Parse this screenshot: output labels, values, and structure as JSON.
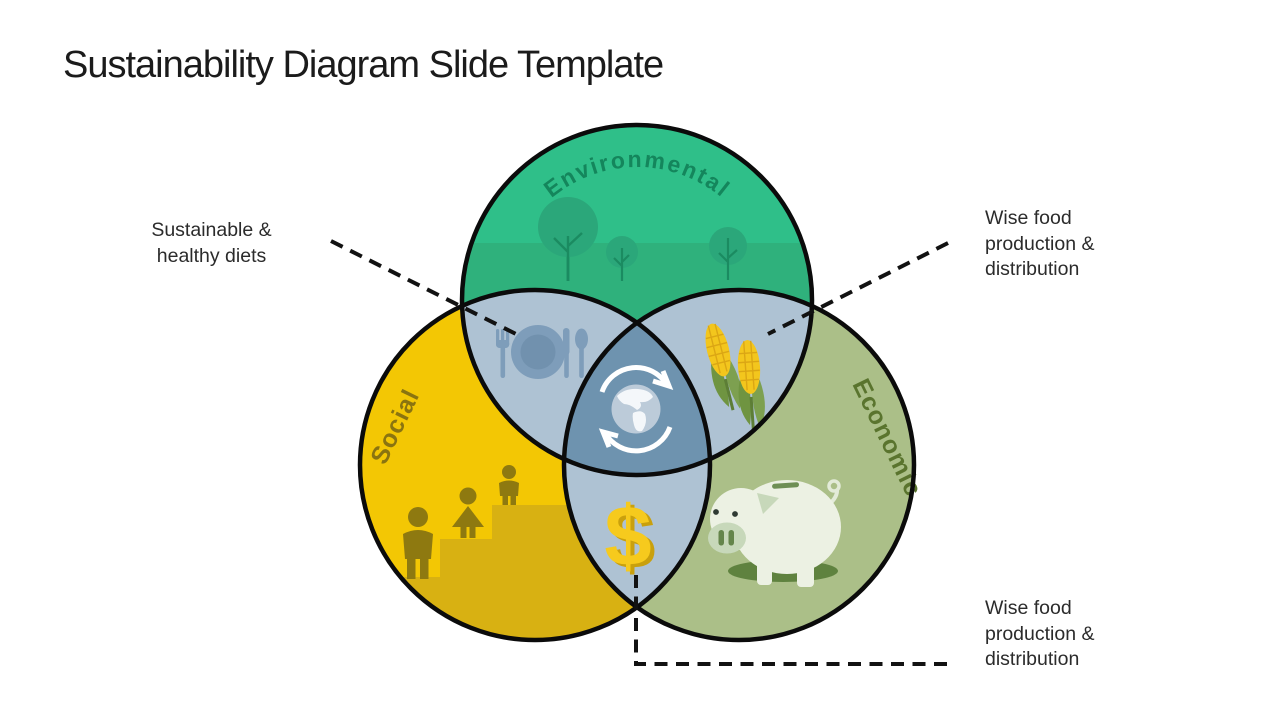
{
  "slide": {
    "title": "Sustainability Diagram Slide Template",
    "background": "#ffffff"
  },
  "colors": {
    "environmental": "#2FBF89",
    "environmental_ground": "#2FB17C",
    "environmental_label": "#14865C",
    "tree": "#2BA77A",
    "social": "#F3C704",
    "social_steps": "#D8B112",
    "social_figures": "#8E7910",
    "social_label": "#8A7410",
    "economic": "#ABBF88",
    "economic_label": "#5A742E",
    "lens": "#AEC2D3",
    "lens_icon": "#7E9DBA",
    "center": "#6E93AF",
    "corn_yellow": "#F3C61D",
    "corn_husk": "#6F9441",
    "dollar_yellow": "#F6CA1D",
    "pig_body": "#ECF1E3",
    "pig_snout": "#C7D8BA",
    "pig_shadow": "#5F823F",
    "outline": "#0B0B0B",
    "callout_text": "#2B2B2B"
  },
  "diagram": {
    "labels": {
      "environmental": "Environmental",
      "social": "Social",
      "economic": "Economic"
    },
    "icons": {
      "environmental": "trees-icon",
      "social": "people-on-steps-icon",
      "economic": "piggy-bank-icon",
      "environmental_social": "plate-cutlery-icon",
      "environmental_economic": "corn-icon",
      "social_economic": "dollar-icon",
      "center": "globe-recycle-icon"
    },
    "dollar_symbol": "$"
  },
  "callouts": {
    "left": {
      "lines": [
        "Sustainable &",
        "healthy diets"
      ]
    },
    "right_top": {
      "lines": [
        "Wise food",
        "production &",
        "distribution"
      ]
    },
    "right_bottom": {
      "lines": [
        "Wise food",
        "production &",
        "distribution"
      ]
    }
  }
}
